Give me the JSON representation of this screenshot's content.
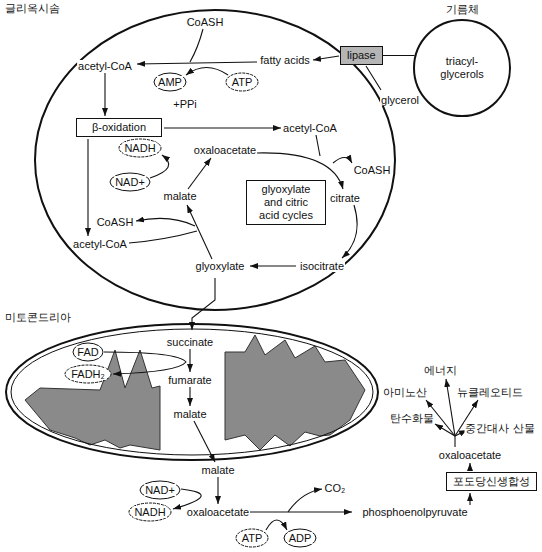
{
  "diagram": {
    "nodes": [
      {
        "text": [
          "글리옥시솜"
        ]
      },
      {
        "text": [
          "기름체",
          "triacyl- glycerols"
        ]
      },
      {
        "text": [
          "lipase"
        ]
      },
      {
        "text": [
          "β-oxidation"
        ],
        "in": 0
      },
      {
        "text": [
          "glyoxylate and citric acid cycles"
        ],
        "in": 0
      },
      {
        "text": [
          "미토콘드리아"
        ]
      },
      {
        "text": [
          "포도당신생합성"
        ]
      }
    ],
    "edges": [
      {
        "from": 1,
        "to": 2,
        "arrow": "none"
      },
      {
        "from": 0,
        "to": 5,
        "arrow": "to"
      }
    ],
    "labels": [
      "CoASH",
      "acetyl-CoA",
      "AMP",
      "ATP",
      "+PPi",
      "fatty acids",
      "glycerol",
      "acetyl-CoA",
      "NADH",
      "NAD+",
      "oxaloacetate",
      "CoASH",
      "malate",
      "citrate",
      "CoASH",
      "acetyl-CoA",
      "glyoxylate",
      "isocitrate",
      "succinate",
      "FAD",
      "FADH₂",
      "fumarate",
      "malate",
      "malate",
      "NAD+",
      "NADH",
      "oxaloacetate",
      "CO₂",
      "ATP",
      "ADP",
      "phosphoenolpyruvate",
      "oxaloacetate",
      "아미노산",
      "에너지",
      "뉴클레오티드",
      "탄수화물",
      "중간대사 산물"
    ]
  }
}
